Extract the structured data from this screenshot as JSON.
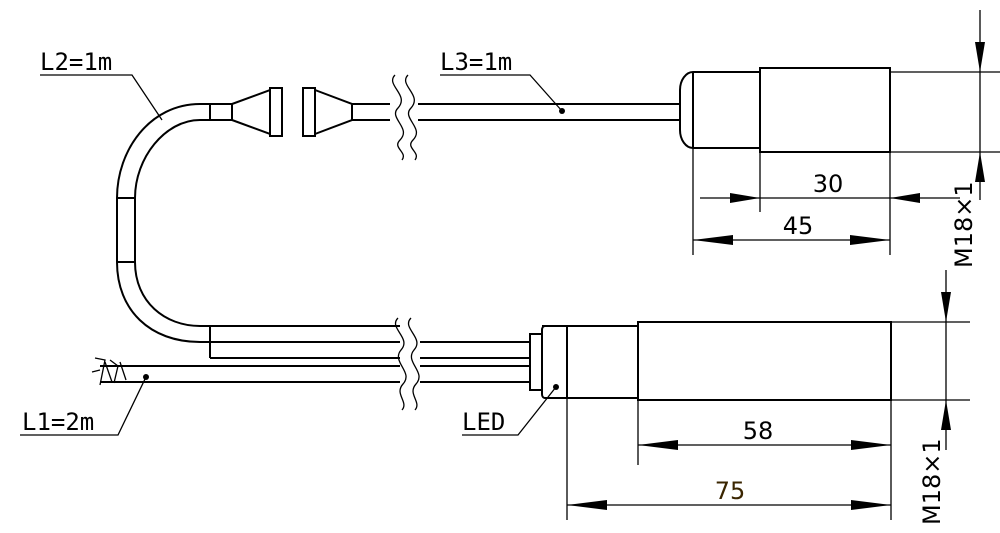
{
  "labels": {
    "l1": "L1=2m",
    "l2": "L2=1m",
    "l3": "L3=1m",
    "led": "LED"
  },
  "dimensions": {
    "top_inner": "30",
    "top_outer": "45",
    "top_thread": "M18×1",
    "bottom_inner": "58",
    "bottom_outer": "75",
    "bottom_thread": "M18×1"
  },
  "colors": {
    "line": "#000000",
    "dim_75": "#3a2500"
  }
}
